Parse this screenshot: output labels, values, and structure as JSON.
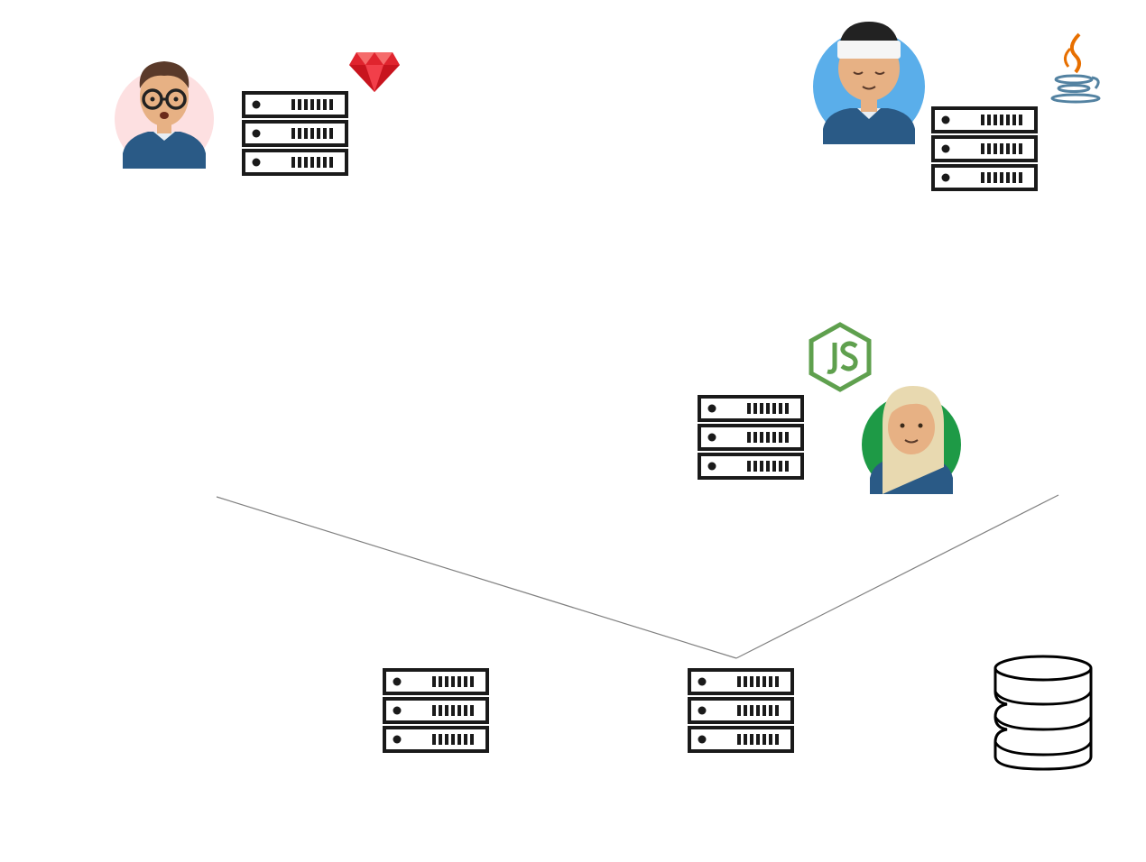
{
  "diagram": {
    "background": "#ffffff",
    "line_color": "#808080",
    "people": [
      {
        "name": "developer-glasses",
        "circle_color": "#fde0e1",
        "language": "ruby",
        "language_icon": "ruby-gem-icon"
      },
      {
        "name": "developer-headband",
        "circle_color": "#5aaeea",
        "language": "java",
        "language_icon": "java-coffee-icon"
      },
      {
        "name": "developer-blonde",
        "circle_color": "#1e9a46",
        "language": "nodejs",
        "language_icon": "nodejs-hexagon-icon"
      }
    ],
    "colors": {
      "server_stroke": "#1a1a1a",
      "shirt": "#2a5a86",
      "skin": "#e7b184",
      "ruby": "#e0242e",
      "java_orange": "#e76f00",
      "java_blue": "#5382a1",
      "node_green": "#5fa04e",
      "database_stroke": "#000000"
    },
    "icons": [
      "server-rack-icon",
      "database-icon",
      "ruby-gem-icon",
      "java-coffee-icon",
      "nodejs-hexagon-icon"
    ]
  }
}
